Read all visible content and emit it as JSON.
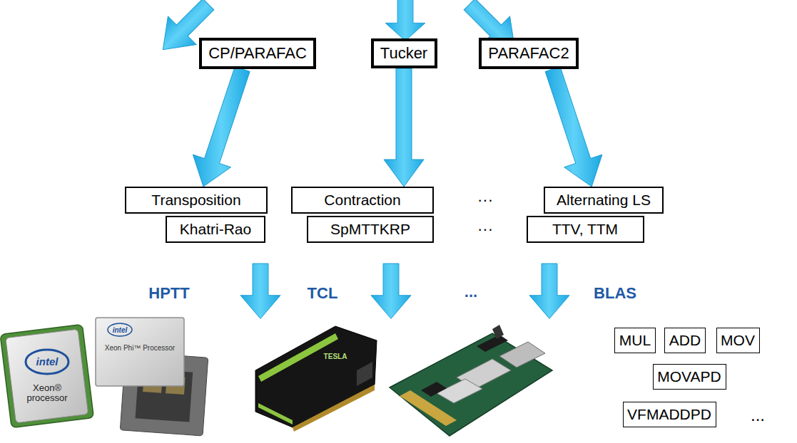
{
  "diagram": {
    "nodes": [
      {
        "text": [
          "CP/PARAFAC"
        ]
      },
      {
        "text": [
          "Tucker"
        ]
      },
      {
        "text": [
          "PARAFAC2"
        ]
      },
      {
        "text": [
          "Transposition"
        ]
      },
      {
        "text": [
          "Contraction"
        ]
      },
      {
        "text": [
          "Alternating LS"
        ]
      },
      {
        "text": [
          "Khatri-Rao"
        ]
      },
      {
        "text": [
          "SpMTTKRP"
        ]
      },
      {
        "text": [
          "TTV, TTM"
        ]
      },
      {
        "text": [
          "MUL"
        ]
      },
      {
        "text": [
          "ADD"
        ]
      },
      {
        "text": [
          "MOV"
        ]
      },
      {
        "text": [
          "MOVAPD"
        ]
      },
      {
        "text": [
          "VFMADDPD"
        ]
      }
    ],
    "edges": [
      {
        "from": 0,
        "to": 3,
        "arrow": "to"
      },
      {
        "from": 1,
        "to": 4,
        "arrow": "to"
      },
      {
        "from": 2,
        "to": 5,
        "arrow": "to"
      }
    ],
    "labels": [
      "···",
      "···",
      "HPTT",
      "TCL",
      "...",
      "BLAS",
      "intel",
      "Xeon® processor",
      "intel",
      "Xeon Phi™ Processor",
      "TESLA",
      "..."
    ]
  }
}
